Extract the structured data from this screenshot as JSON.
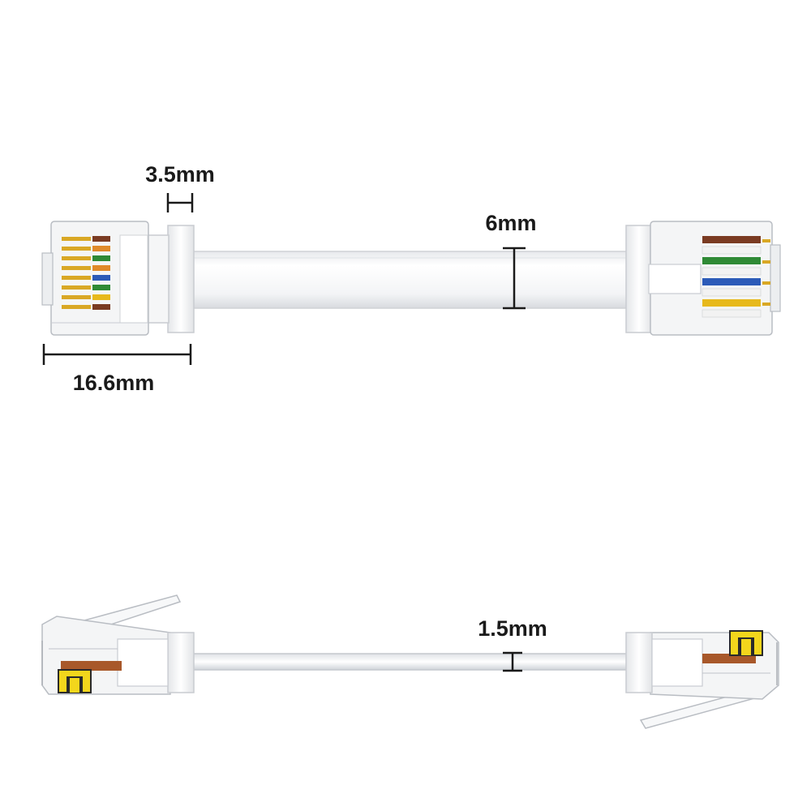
{
  "dimensions": {
    "latch_width": "3.5mm",
    "cable_width": "6mm",
    "plug_length": "16.6mm",
    "cable_thickness": "1.5mm"
  },
  "wire_colors": {
    "brown": "#7a3b22",
    "orange": "#e08a2a",
    "green": "#2f8a35",
    "blue": "#2c5bb8",
    "yellow": "#e7b91c",
    "white": "#f2f2f2",
    "gold": "#d9a825",
    "contact": "#f3d61c",
    "copper": "#a8582a"
  }
}
